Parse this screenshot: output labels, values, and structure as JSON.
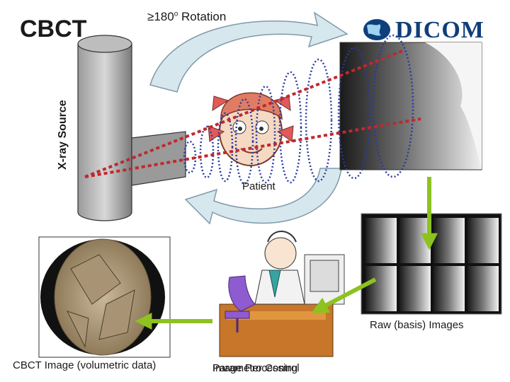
{
  "title": "CBCT",
  "rotation_label": "≥180",
  "rotation_degree": "o",
  "rotation_suffix": " Rotation",
  "logo_text": "DICOM",
  "xray_source_label": "X-ray Source",
  "patient_label": "Patient",
  "raw_images_label": "Raw (basis) Images",
  "cbct_image_label": "CBCT Image (volumetric data)",
  "processing_label_1": "Image Processing",
  "processing_label_2": "Parameter Control",
  "colors": {
    "arrow_green": "#8dc21f",
    "ray_red": "#c0282e",
    "beam_blue": "#2a3aa0",
    "rotation_arrow": "#d7e7ee",
    "logo_blue": "#0f3f7a"
  },
  "icons": [
    "globe-icon",
    "rotation-arrow-icon",
    "computer-user-icon"
  ]
}
